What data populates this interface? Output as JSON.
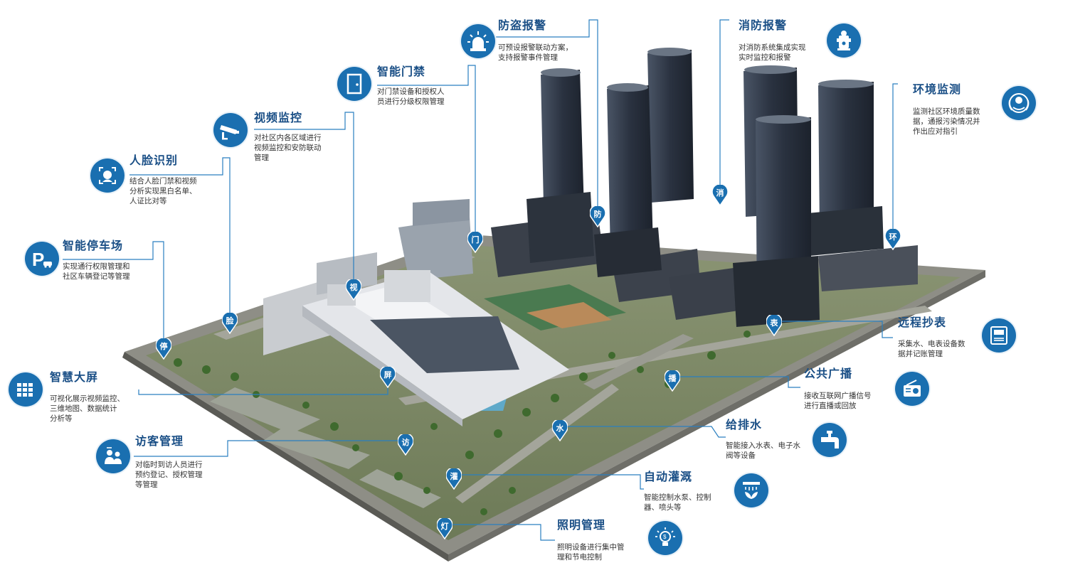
{
  "features": [
    {
      "key": "anti-theft-alarm",
      "title": "防盗报警",
      "desc": "可预设报警联动方案，\n支持报警事件管理",
      "icon": "alarm-siren-icon",
      "pin": "防"
    },
    {
      "key": "fire-alarm",
      "title": "消防报警",
      "desc": "对消防系统集成实现\n实时监控和报警",
      "icon": "fire-hydrant-icon",
      "pin": "消"
    },
    {
      "key": "access-control",
      "title": "智能门禁",
      "desc": "对门禁设备和授权人\n员进行分级权限管理",
      "icon": "door-icon",
      "pin": "门"
    },
    {
      "key": "environment-monitoring",
      "title": "环境监测",
      "desc": "监测社区环境质量数\n据，通报污染情况并\n作出应对指引",
      "icon": "environment-emblem-icon",
      "pin": "环"
    },
    {
      "key": "video-surveillance",
      "title": "视频监控",
      "desc": "对社区内各区域进行\n视频监控和安防联动\n管理",
      "icon": "cctv-camera-icon",
      "pin": "视"
    },
    {
      "key": "face-recognition",
      "title": "人脸识别",
      "desc": "结合人脸门禁和视频\n分析实现黑白名单、\n人证比对等",
      "icon": "face-scan-icon",
      "pin": "脸"
    },
    {
      "key": "smart-parking",
      "title": "智能停车场",
      "desc": "实现通行权限管理和\n社区车辆登记等管理",
      "icon": "parking-icon",
      "pin": "停"
    },
    {
      "key": "remote-meter-reading",
      "title": "远程抄表",
      "desc": "采集水、电表设备数\n据并记账管理",
      "icon": "meter-icon",
      "pin": "表"
    },
    {
      "key": "smart-screen",
      "title": "智慧大屏",
      "desc": "可视化展示视频监控、\n三维地图、数据统计\n分析等",
      "icon": "grid-screen-icon",
      "pin": "屏"
    },
    {
      "key": "public-broadcast",
      "title": "公共广播",
      "desc": "接收互联网广播信号\n进行直播或回放",
      "icon": "radio-icon",
      "pin": "播"
    },
    {
      "key": "water-supply-drainage",
      "title": "给排水",
      "desc": "智能接入水表、电子水\n阀等设备",
      "icon": "water-faucet-icon",
      "pin": "水"
    },
    {
      "key": "visitor-management",
      "title": "访客管理",
      "desc": "对临时到访人员进行\n预约登记、授权管理\n等管理",
      "icon": "visitor-icon",
      "pin": "访"
    },
    {
      "key": "auto-irrigation",
      "title": "自动灌溉",
      "desc": "智能控制水泵、控制\n器、喷头等",
      "icon": "irrigation-icon",
      "pin": "灌"
    },
    {
      "key": "lighting-management",
      "title": "照明管理",
      "desc": "照明设备进行集中管\n理和节电控制",
      "icon": "light-bulb-icon",
      "pin": "灯"
    }
  ],
  "colors": {
    "accent": "#1a6fb0",
    "title": "#1a4f86",
    "text": "#333333",
    "line": "#2a7fc0"
  }
}
